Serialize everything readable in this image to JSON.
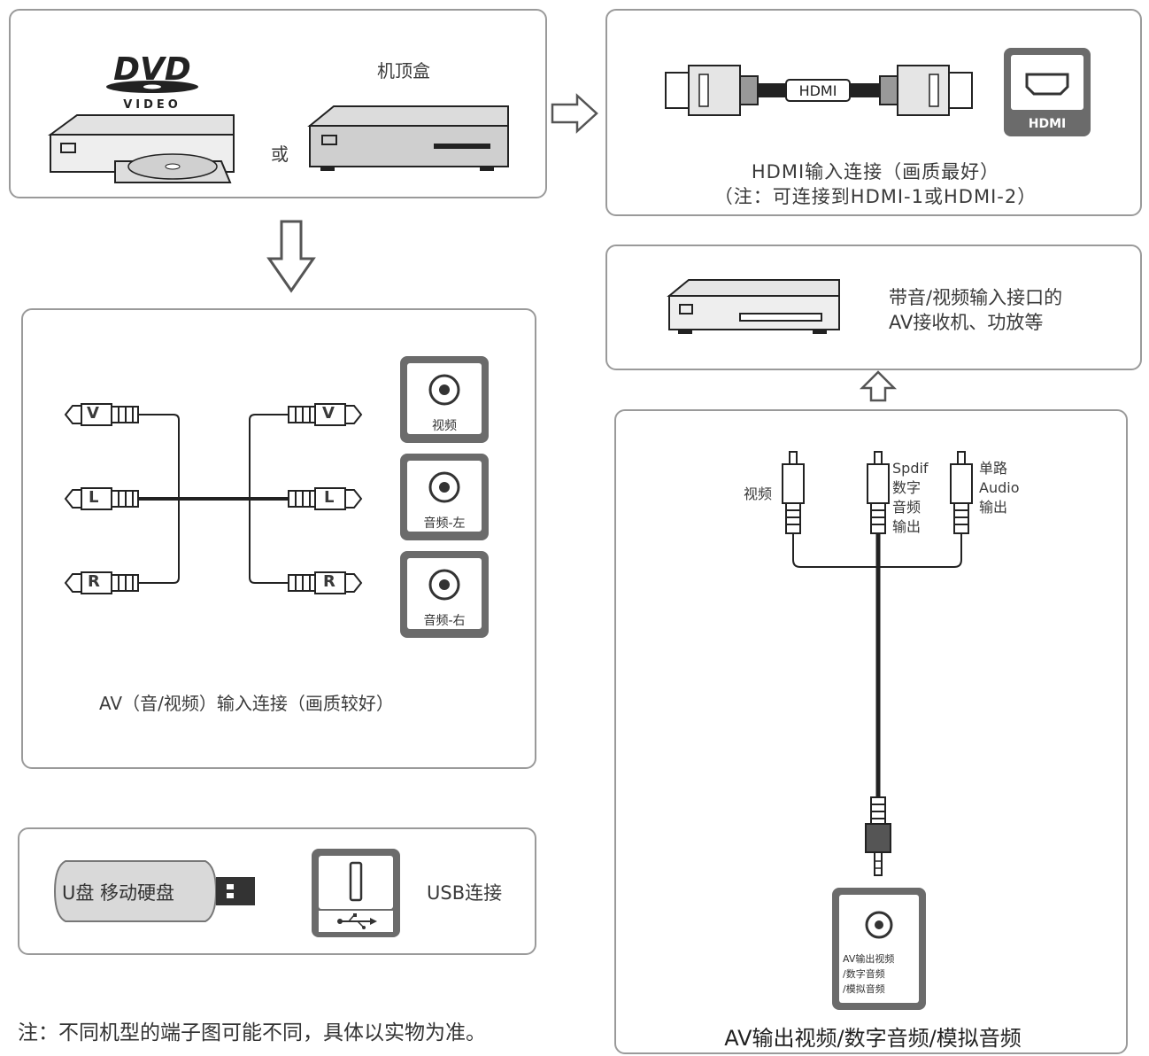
{
  "source_panel": {
    "dvd_logo": "DVD",
    "dvd_sub": "VIDEO",
    "or_text": "或",
    "settop_label": "机顶盒"
  },
  "hdmi_panel": {
    "cable_label": "HDMI",
    "port_logo": "HDMI",
    "title": "HDMI输入连接（画质最好）",
    "note": "（注：可连接到HDMI-1或HDMI-2）"
  },
  "av_input_panel": {
    "plugs": [
      "V",
      "L",
      "R"
    ],
    "ports": [
      {
        "label": "视频"
      },
      {
        "label": "音频-左"
      },
      {
        "label": "音频-右"
      }
    ],
    "caption": "AV（音/视频）输入连接（画质较好）"
  },
  "receiver_panel": {
    "line1": "带音/视频输入接口的",
    "line2": "AV接收机、功放等"
  },
  "usb_panel": {
    "drive_label": "U盘 移动硬盘",
    "caption": "USB连接"
  },
  "av_output_panel": {
    "plug_video": "视频",
    "plug_spdif": [
      "Spdif",
      "数字",
      "音频",
      "输出"
    ],
    "plug_audio": [
      "单路",
      "Audio",
      "输出"
    ],
    "port_lines": [
      "AV输出视频",
      "/数字音频",
      "/模拟音频"
    ],
    "caption": "AV输出视频/数字音频/模拟音频"
  },
  "footnote": "注：不同机型的端子图可能不同，具体以实物为准。"
}
